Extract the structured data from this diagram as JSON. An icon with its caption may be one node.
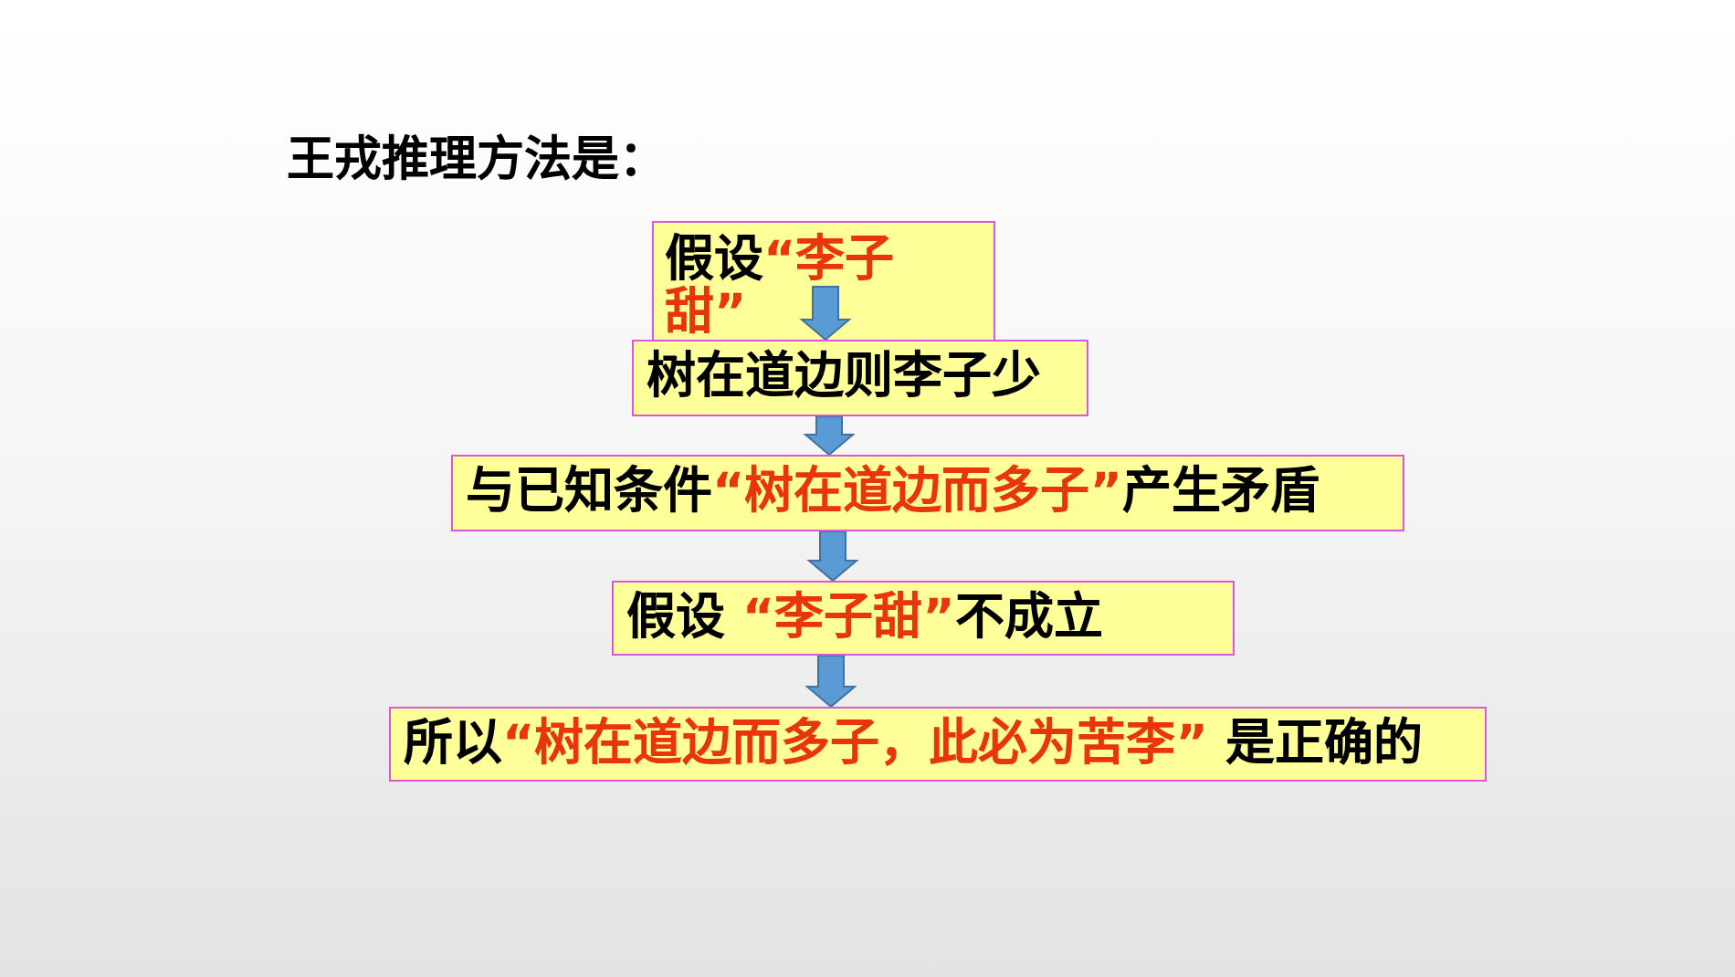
{
  "diagram": {
    "title": "王戎推理方法是：",
    "nodes": [
      {
        "text": [
          "假设**“李子甜”**"
        ]
      },
      {
        "text": [
          "树在道边则李子少"
        ]
      },
      {
        "text": [
          "与已知条件**“树在道边而多子”**产生矛盾"
        ]
      },
      {
        "text": [
          "假设 **“李子甜”**不成立"
        ]
      },
      {
        "text": [
          "所以**“树在道边而多子，此必为苦李”** 是正确的"
        ]
      }
    ],
    "edges": [
      {
        "from": 0,
        "to": 1,
        "arrow": "to"
      },
      {
        "from": 1,
        "to": 2,
        "arrow": "to"
      },
      {
        "from": 2,
        "to": 3,
        "arrow": "to"
      },
      {
        "from": 3,
        "to": 4,
        "arrow": "to"
      }
    ]
  }
}
